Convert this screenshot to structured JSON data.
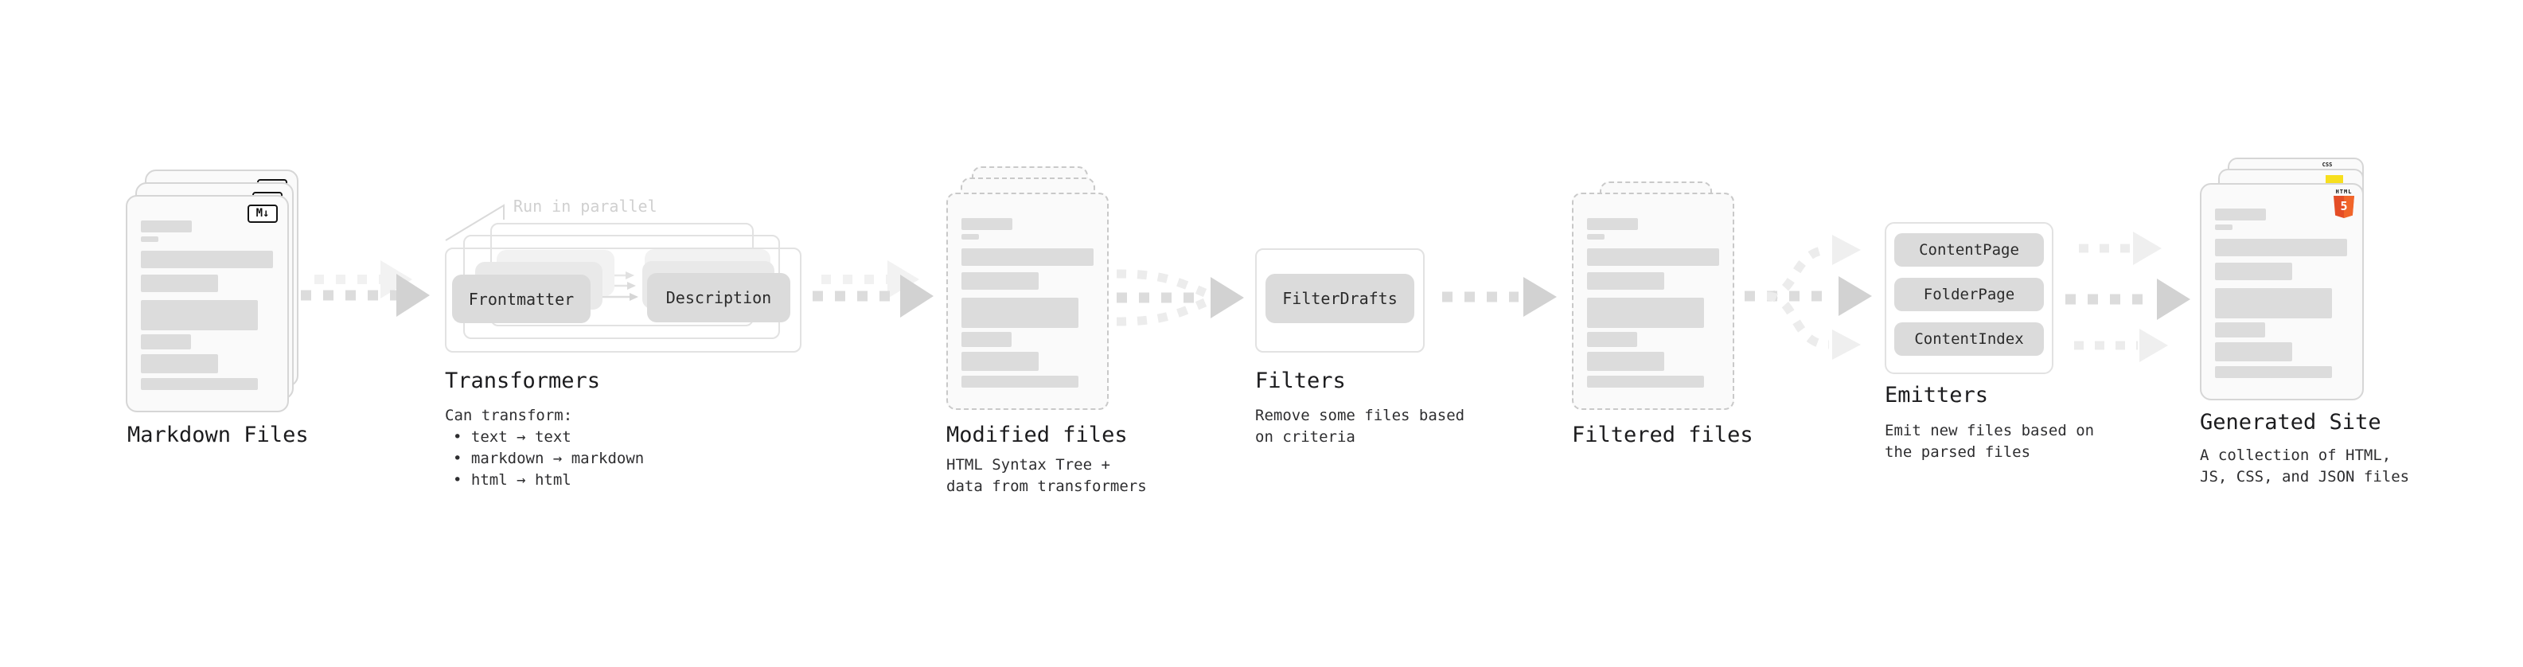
{
  "diagram": {
    "markdown": {
      "label": "Markdown Files",
      "badge": "M↓"
    },
    "transformers": {
      "label": "Transformers",
      "annotation": "Run in parallel",
      "pills": {
        "frontmatter": "Frontmatter",
        "description": "Description"
      },
      "desc": {
        "line1": "Can transform:",
        "bullet1": "• text → text",
        "bullet2": "• markdown → markdown",
        "bullet3": "• html → html"
      }
    },
    "modified": {
      "label": "Modified files",
      "desc": {
        "line1": "HTML Syntax Tree +",
        "line2": "data from transformers"
      }
    },
    "filters": {
      "label": "Filters",
      "pills": {
        "filterdrafts": "FilterDrafts"
      },
      "desc": {
        "line1": "Remove some files based",
        "line2": "on criteria"
      }
    },
    "filtered": {
      "label": "Filtered files"
    },
    "emitters": {
      "label": "Emitters",
      "pills": {
        "contentpage": "ContentPage",
        "folderpage": "FolderPage",
        "contentindex": "ContentIndex"
      },
      "desc": {
        "line1": "Emit new files based on",
        "line2": "the parsed files"
      }
    },
    "generated": {
      "label": "Generated Site",
      "desc": {
        "line1": "A collection of HTML,",
        "line2": "JS, CSS, and JSON files"
      },
      "badges": {
        "css": "CSS",
        "html_label": "HTML",
        "html_number": "5"
      }
    },
    "colors": {
      "html5_orange": "#e44d26",
      "html5_orange_light": "#f16529",
      "js_yellow": "#f7df1e",
      "css_blue": "#2965f1",
      "arrow_gray": "#d2d2d2",
      "placeholder_gray": "#dcdcdc"
    }
  }
}
